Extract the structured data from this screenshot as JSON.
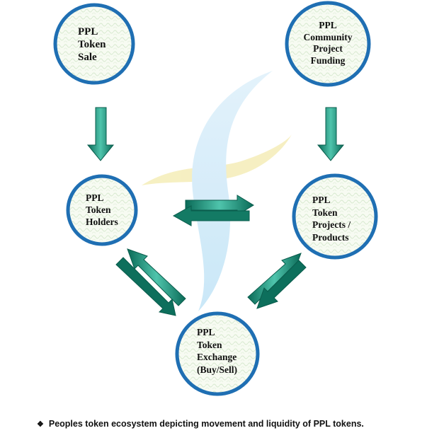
{
  "nodes": {
    "token_sale": {
      "lines": [
        "PPL",
        "Token",
        "Sale"
      ]
    },
    "community_funding": {
      "lines": [
        "PPL",
        "Community",
        "Project",
        "Funding"
      ]
    },
    "token_holders": {
      "lines": [
        "PPL",
        "Token",
        "Holders"
      ]
    },
    "projects_products": {
      "lines": [
        "PPL",
        "Token",
        "Projects /",
        "Products"
      ]
    },
    "token_exchange": {
      "lines": [
        "PPL",
        "Token",
        "Exchange",
        "(Buy/Sell)"
      ]
    }
  },
  "caption": {
    "bullet": "❖",
    "text": "Peoples token ecosystem depicting movement and liquidity of PPL tokens."
  },
  "colors": {
    "circle_border": "#1f6fb3",
    "arrow_light": "#4fc4ac",
    "arrow_dark": "#0a6a57",
    "swoosh_blue": "#cfe9f8",
    "swoosh_yellow": "#f8f2c6"
  }
}
